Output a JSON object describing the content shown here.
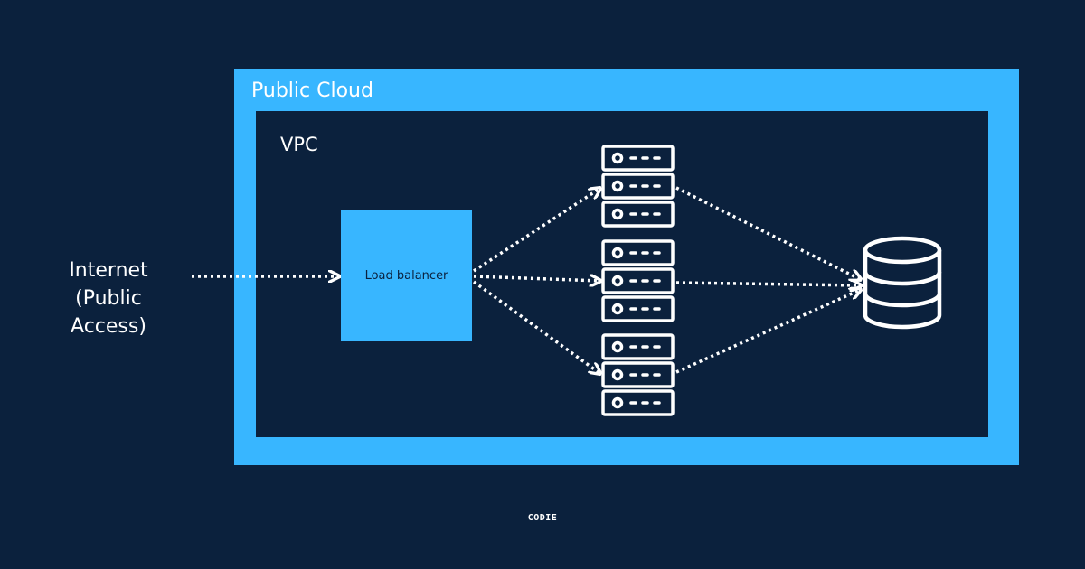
{
  "diagram": {
    "outer_container": {
      "label": "Public Cloud"
    },
    "inner_container": {
      "label": "VPC"
    },
    "source": {
      "line1": "Internet",
      "line2": "(Public Access)"
    },
    "load_balancer": {
      "label": "Load balancer"
    },
    "server_groups": [
      {
        "icon": "server-rack-icon"
      },
      {
        "icon": "server-rack-icon"
      },
      {
        "icon": "server-rack-icon"
      }
    ],
    "database": {
      "icon": "database-icon"
    },
    "connections": [
      {
        "from": "Internet",
        "to": "Load balancer",
        "style": "dotted",
        "arrow": true
      },
      {
        "from": "Load balancer",
        "to": "server-rack-1",
        "style": "dotted",
        "arrow": true
      },
      {
        "from": "Load balancer",
        "to": "server-rack-2",
        "style": "dotted",
        "arrow": true
      },
      {
        "from": "Load balancer",
        "to": "server-rack-3",
        "style": "dotted",
        "arrow": true
      },
      {
        "from": "server-rack-1",
        "to": "database",
        "style": "dotted",
        "arrow": true
      },
      {
        "from": "server-rack-2",
        "to": "database",
        "style": "dotted",
        "arrow": true
      },
      {
        "from": "server-rack-3",
        "to": "database",
        "style": "dotted",
        "arrow": true
      }
    ]
  },
  "footer": {
    "brand": "CODIE"
  },
  "colors": {
    "background": "#0b213d",
    "accent": "#38b6ff",
    "foreground": "#ffffff"
  }
}
